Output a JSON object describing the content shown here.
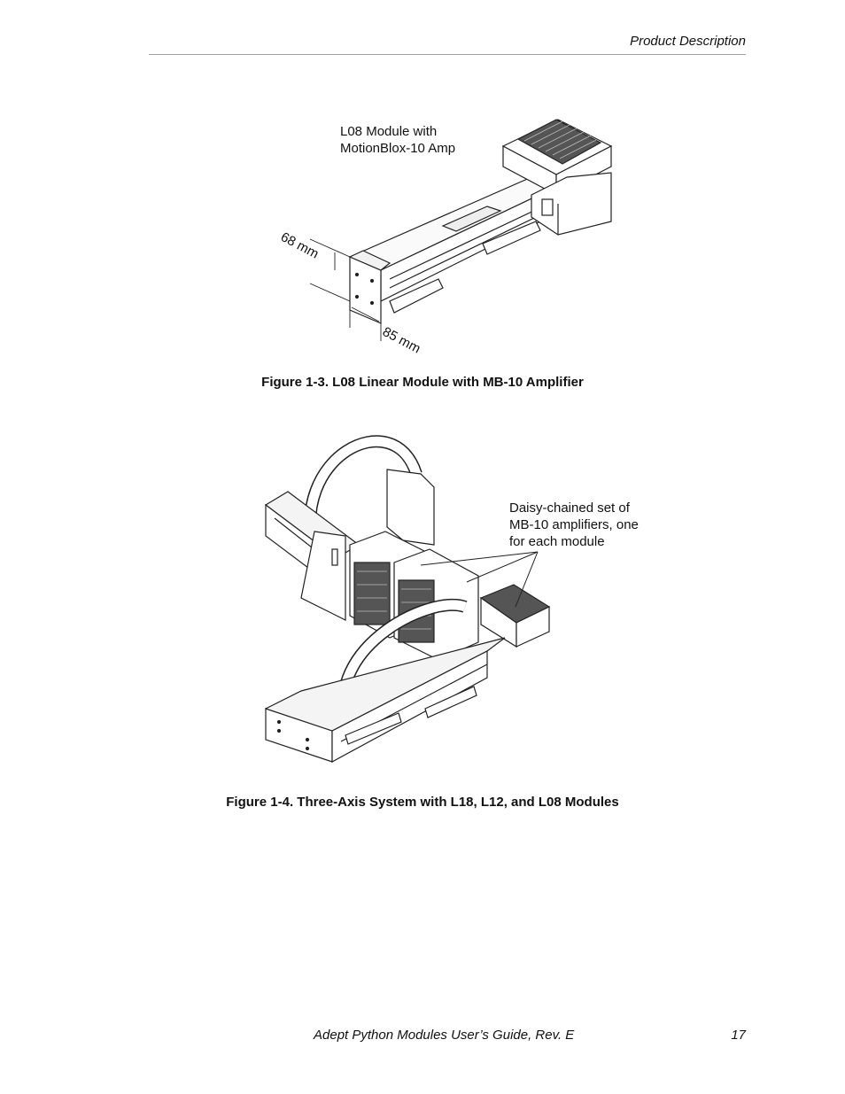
{
  "header": {
    "section_title": "Product Description"
  },
  "figure_3": {
    "callout_lines": [
      "L08 Module with",
      "MotionBlox-10 Amp"
    ],
    "dimension_height": "68 mm",
    "dimension_width": "85 mm",
    "caption": "Figure 1-3. L08 Linear Module with MB-10 Amplifier"
  },
  "figure_4": {
    "callout_lines": [
      "Daisy-chained set of",
      "MB-10 amplifiers, one",
      "for each module"
    ],
    "caption": "Figure 1-4. Three-Axis System with L18, L12, and L08 Modules"
  },
  "footer": {
    "doc_title": "Adept Python Modules User’s Guide, Rev. E",
    "page_number": "17"
  }
}
